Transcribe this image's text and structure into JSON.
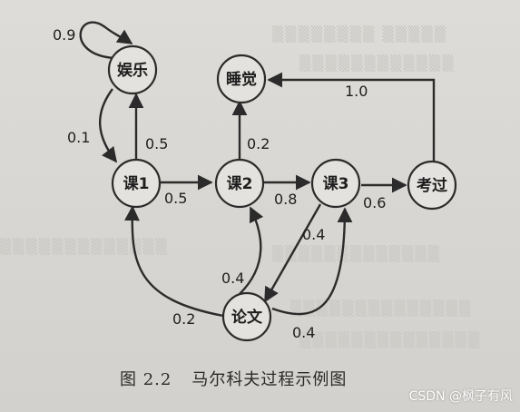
{
  "diagram": {
    "nodes": [
      {
        "id": "yule",
        "label": "娱乐"
      },
      {
        "id": "shuijiao",
        "label": "睡觉"
      },
      {
        "id": "ke1",
        "label": "课1"
      },
      {
        "id": "ke2",
        "label": "课2"
      },
      {
        "id": "ke3",
        "label": "课3"
      },
      {
        "id": "kaoguo",
        "label": "考过"
      },
      {
        "id": "lunwen",
        "label": "论文"
      }
    ],
    "edges": [
      {
        "from": "yule",
        "to": "yule",
        "label": "0.9"
      },
      {
        "from": "yule",
        "to": "ke1",
        "label": "0.1"
      },
      {
        "from": "ke1",
        "to": "yule",
        "label": "0.5"
      },
      {
        "from": "ke1",
        "to": "ke2",
        "label": "0.5"
      },
      {
        "from": "ke2",
        "to": "shuijiao",
        "label": "0.2"
      },
      {
        "from": "ke2",
        "to": "ke3",
        "label": "0.8"
      },
      {
        "from": "ke3",
        "to": "kaoguo",
        "label": "0.6"
      },
      {
        "from": "kaoguo",
        "to": "shuijiao",
        "label": "1.0"
      },
      {
        "from": "ke3",
        "to": "lunwen",
        "label": "0.4"
      },
      {
        "from": "lunwen",
        "to": "ke2",
        "label": "0.4"
      },
      {
        "from": "lunwen",
        "to": "ke1",
        "label": "0.2"
      },
      {
        "from": "lunwen",
        "to": "ke3",
        "label": "0.4"
      }
    ]
  },
  "caption": {
    "number": "图 2.2",
    "text": "马尔科夫过程示例图"
  },
  "watermark": "CSDN @枫子有风"
}
